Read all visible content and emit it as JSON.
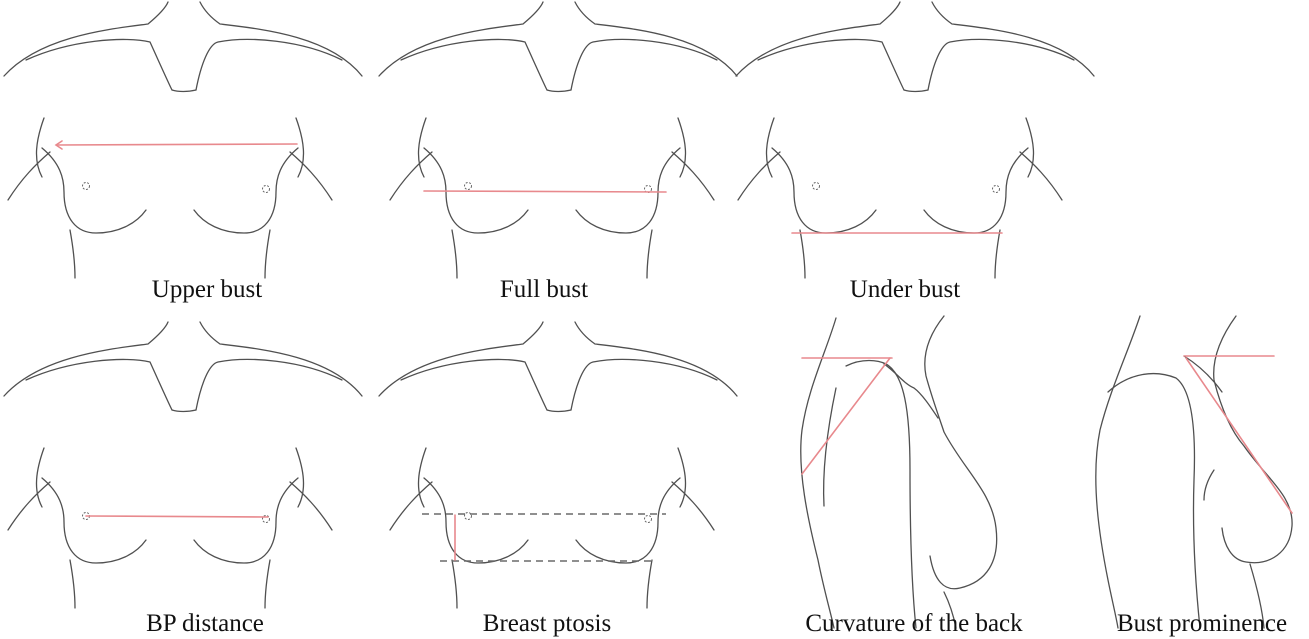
{
  "panels": [
    {
      "id": "upper-bust",
      "caption": "Upper bust"
    },
    {
      "id": "full-bust",
      "caption": "Full bust"
    },
    {
      "id": "under-bust",
      "caption": "Under bust"
    },
    {
      "id": "bp-distance",
      "caption": "BP distance"
    },
    {
      "id": "breast-ptosis",
      "caption": "Breast ptosis"
    },
    {
      "id": "curvature-of-the-back",
      "caption": "Curvature of the back"
    },
    {
      "id": "bust-prominence",
      "caption": "Bust prominence"
    }
  ],
  "colors": {
    "measurement": "#e8898d",
    "dashed": "#6a6a6a",
    "outline": "#505050",
    "text": "#111111"
  }
}
